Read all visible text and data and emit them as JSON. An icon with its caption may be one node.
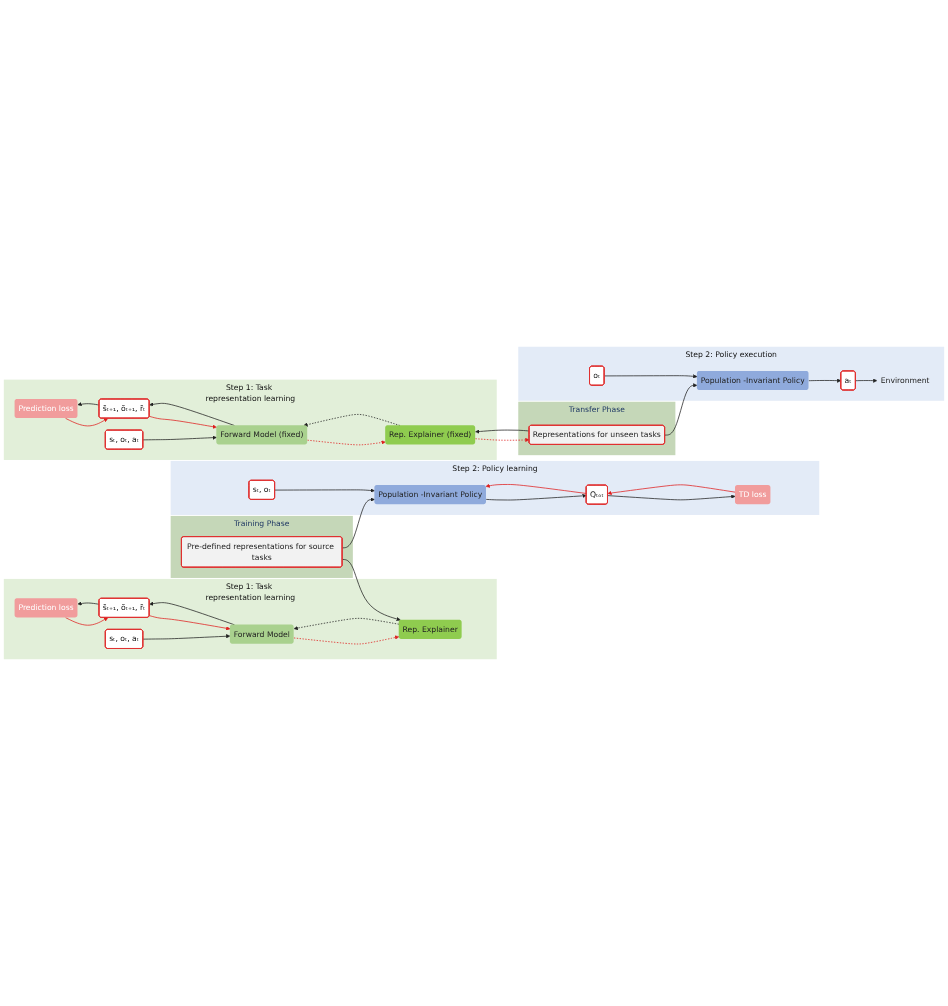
{
  "diagram": {
    "nodes": [
      {
        "text": [
          "Step 1: Task representation learning"
        ]
      },
      {
        "text": [
          "Prediction loss"
        ],
        "in": 0
      },
      {
        "text": [
          "s̃ₜ₊₁, õₜ₊₁, r̃ₜ"
        ],
        "in": 0
      },
      {
        "text": [
          "Forward Model"
        ],
        "in": 0
      },
      {
        "text": [
          "Rep. Explainer"
        ],
        "in": 0
      },
      {
        "text": [
          "sₜ, oₜ, aₜ"
        ],
        "in": 0
      },
      {
        "text": [
          "Training Phase"
        ]
      },
      {
        "text": [
          "Pre-defined representations for source tasks"
        ],
        "in": 6
      },
      {
        "text": [
          "Step 2: Policy learning"
        ]
      },
      {
        "text": [
          "TD loss"
        ],
        "in": 8
      },
      {
        "text": [
          "Qₜₒₜ"
        ],
        "in": 8
      },
      {
        "text": [
          "Population -Invariant Policy"
        ],
        "in": 8
      },
      {
        "text": [
          "sₜ, oₜ"
        ],
        "in": 8
      },
      {
        "text": [
          "Step 1: Task representation learning"
        ]
      },
      {
        "text": [
          "Prediction loss"
        ],
        "in": 13
      },
      {
        "text": [
          "s̃ₜ₊₁, õₜ₊₁, r̃ₜ"
        ],
        "in": 13
      },
      {
        "text": [
          "Forward Model (fixed)"
        ],
        "in": 13
      },
      {
        "text": [
          "Rep. Explainer (fixed)"
        ],
        "in": 13
      },
      {
        "text": [
          "sₜ, oₜ, aₜ"
        ],
        "in": 13
      },
      {
        "text": [
          "Transfer Phase"
        ]
      },
      {
        "text": [
          "Representations for unseen tasks"
        ],
        "in": 19
      },
      {
        "text": [
          "Step 2: Policy execution"
        ]
      },
      {
        "text": [
          "Environment"
        ],
        "in": 21
      },
      {
        "text": [
          "aₜ"
        ],
        "in": 21
      },
      {
        "text": [
          "Population -Invariant Policy"
        ],
        "in": 21
      },
      {
        "text": [
          "oₜ"
        ],
        "in": 21
      }
    ],
    "edges": [
      {
        "from": 2,
        "to": 1,
        "arrow": "to"
      },
      {
        "from": 1,
        "to": 2,
        "arrow": "to",
        "color": "#e02020"
      },
      {
        "from": 2,
        "to": 3,
        "arrow": "to",
        "color": "#e02020"
      },
      {
        "from": 3,
        "to": 2,
        "arrow": "to"
      },
      {
        "from": 3,
        "to": 4,
        "arrow": "to",
        "style": "dashed",
        "color": "#e02020"
      },
      {
        "from": 4,
        "to": 3,
        "arrow": "to",
        "style": "dashed"
      },
      {
        "from": 5,
        "to": 3,
        "arrow": "to"
      },
      {
        "from": 7,
        "to": 4,
        "arrow": "to"
      },
      {
        "from": 7,
        "to": 11,
        "arrow": "to"
      },
      {
        "from": 10,
        "to": 9,
        "arrow": "to"
      },
      {
        "from": 9,
        "to": 10,
        "arrow": "to",
        "color": "#e02020"
      },
      {
        "from": 10,
        "to": 11,
        "arrow": "to",
        "color": "#e02020"
      },
      {
        "from": 11,
        "to": 10,
        "arrow": "to"
      },
      {
        "from": 12,
        "to": 11,
        "arrow": "to"
      },
      {
        "from": 15,
        "to": 14,
        "arrow": "to"
      },
      {
        "from": 14,
        "to": 15,
        "arrow": "to",
        "color": "#e02020"
      },
      {
        "from": 15,
        "to": 16,
        "arrow": "to",
        "color": "#e02020"
      },
      {
        "from": 16,
        "to": 15,
        "arrow": "to"
      },
      {
        "from": 16,
        "to": 17,
        "arrow": "to",
        "style": "dashed",
        "color": "#e02020"
      },
      {
        "from": 17,
        "to": 16,
        "arrow": "to",
        "style": "dashed"
      },
      {
        "from": 18,
        "to": 16,
        "arrow": "to"
      },
      {
        "from": 17,
        "to": 20,
        "arrow": "to",
        "style": "dashed",
        "color": "#e02020"
      },
      {
        "from": 20,
        "to": 17,
        "arrow": "to"
      },
      {
        "from": 20,
        "to": 24,
        "arrow": "to"
      },
      {
        "from": 24,
        "to": 23,
        "arrow": "to"
      },
      {
        "from": 23,
        "to": 22,
        "arrow": "to"
      },
      {
        "from": 25,
        "to": 24,
        "arrow": "to"
      }
    ]
  }
}
